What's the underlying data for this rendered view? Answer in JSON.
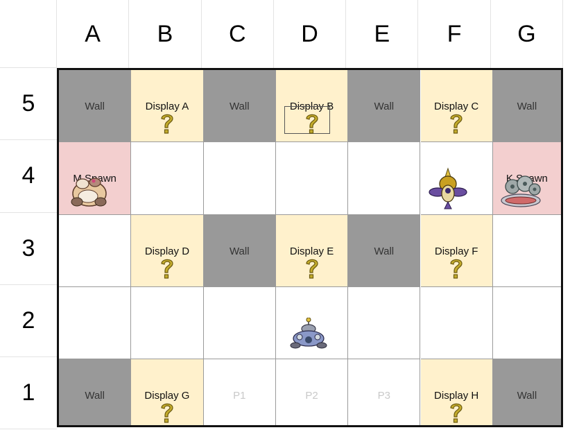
{
  "columns": [
    "A",
    "B",
    "C",
    "D",
    "E",
    "F",
    "G"
  ],
  "rows": [
    "5",
    "4",
    "3",
    "2",
    "1"
  ],
  "cells": {
    "A5": "Wall",
    "B5": "Display A",
    "C5": "Wall",
    "D5": "Display B",
    "E5": "Wall",
    "F5": "Display C",
    "G5": "Wall",
    "A4": "M Spawn",
    "G4": "K Spawn",
    "B3": "Display D",
    "C3": "Wall",
    "D3": "Display E",
    "E3": "Wall",
    "F3": "Display F",
    "A1": "Wall",
    "B1": "Display G",
    "C1": "P1",
    "D1": "P2",
    "E1": "P3",
    "F1": "Display H",
    "G1": "Wall"
  },
  "colors": {
    "wall": "#999999",
    "display": "#fff1cc",
    "spawn": "#f3cfcf",
    "grid_line": "#9a9a9a",
    "question_mark": "#b8a12a"
  },
  "icons": {
    "display": "question-mark-icon",
    "A4": "pokemon-sprite-icon",
    "F4": "pokemon-sprite-icon",
    "G4": "pokemon-sprite-icon",
    "D2": "pokemon-sprite-icon"
  },
  "selected_cell": "D5"
}
